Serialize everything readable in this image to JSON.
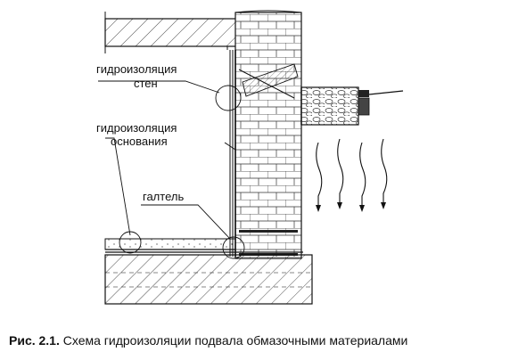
{
  "labels": {
    "wall_waterproofing_1": "гидроизоляция",
    "wall_waterproofing_2": "стен",
    "base_waterproofing_1": "гидроизоляция",
    "base_waterproofing_2": "основания",
    "fillet": "галтель"
  },
  "caption": {
    "prefix": "Рис. 2.1.",
    "text": " Схема гидроизоляции подвала обмазочными материалами"
  }
}
